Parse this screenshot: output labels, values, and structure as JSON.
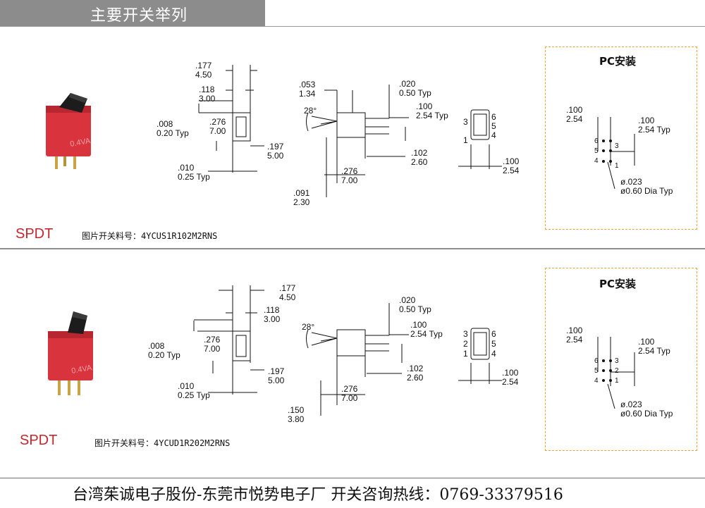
{
  "header": {
    "title": "主要开关举列"
  },
  "footer": {
    "text": "台湾茱诚电子股份-东莞市悦势电子厂  开关咨询热线：0769-33379516"
  },
  "sections": [
    {
      "type_label": "SPDT",
      "part_number": "图片开关料号：4YCUS1R102M2RNS",
      "pc_title": "PC安装",
      "dims": {
        "d177": ".177",
        "d177mm": "4.50",
        "d118": ".118",
        "d118mm": "3.00",
        "d008": ".008",
        "d008mm": "0.20 Typ",
        "d276h": ".276",
        "d276hmm": "7.00",
        "d197": ".197",
        "d197mm": "5.00",
        "d010": ".010",
        "d010mm": "0.25 Typ",
        "d053": ".053",
        "d053mm": "1.34",
        "d020": ".020",
        "d020mm": "0.50 Typ",
        "angle": "28°",
        "d100a": ".100",
        "d100amm": "2.54 Typ",
        "d102": ".102",
        "d102mm": "2.60",
        "d276w": ".276",
        "d276wmm": "7.00",
        "dlead": ".091",
        "dleadmm": "2.30",
        "d100b": ".100",
        "d100bmm": "2.54",
        "pc100a": ".100",
        "pc100amm": "2.54",
        "pc100b": ".100",
        "pc100bmm": "2.54 Typ",
        "dia": "ø.023",
        "diamm": "ø0.60 Dia Typ"
      },
      "pins_left": [
        "3",
        "1"
      ],
      "pins_right": [
        "6",
        "5",
        "4"
      ],
      "pc_pins_left": [
        "6",
        "5",
        "4"
      ],
      "pc_pins_right": [
        "3",
        "1"
      ]
    },
    {
      "type_label": "SPDT",
      "part_number": "图片开关料号：4YCUD1R202M2RNS",
      "pc_title": "PC安装",
      "dims": {
        "d177": ".177",
        "d177mm": "4.50",
        "d118": ".118",
        "d118mm": "3.00",
        "d008": ".008",
        "d008mm": "0.20 Typ",
        "d276h": ".276",
        "d276hmm": "7.00",
        "d197": ".197",
        "d197mm": "5.00",
        "d010": ".010",
        "d010mm": "0.25 Typ",
        "d020": ".020",
        "d020mm": "0.50 Typ",
        "angle": "28°",
        "d100a": ".100",
        "d100amm": "2.54 Typ",
        "d102": ".102",
        "d102mm": "2.60",
        "d276w": ".276",
        "d276wmm": "7.00",
        "dlead": ".150",
        "dleadmm": "3.80",
        "d100b": ".100",
        "d100bmm": "2.54",
        "pc100a": ".100",
        "pc100amm": "2.54",
        "pc100b": ".100",
        "pc100bmm": "2.54 Typ",
        "dia": "ø.023",
        "diamm": "ø0.60 Dia Typ"
      },
      "pins_left": [
        "3",
        "2",
        "1"
      ],
      "pins_right": [
        "6",
        "5",
        "4"
      ],
      "pc_pins_left": [
        "6",
        "5",
        "4"
      ],
      "pc_pins_right": [
        "3",
        "2",
        "1"
      ]
    }
  ],
  "colors": {
    "body_red": "#d9333d",
    "actuator": "#1c1c1c",
    "pin_gold": "#c9a445",
    "label_red": "#c4282e",
    "dash_orange": "#e8a33c"
  }
}
